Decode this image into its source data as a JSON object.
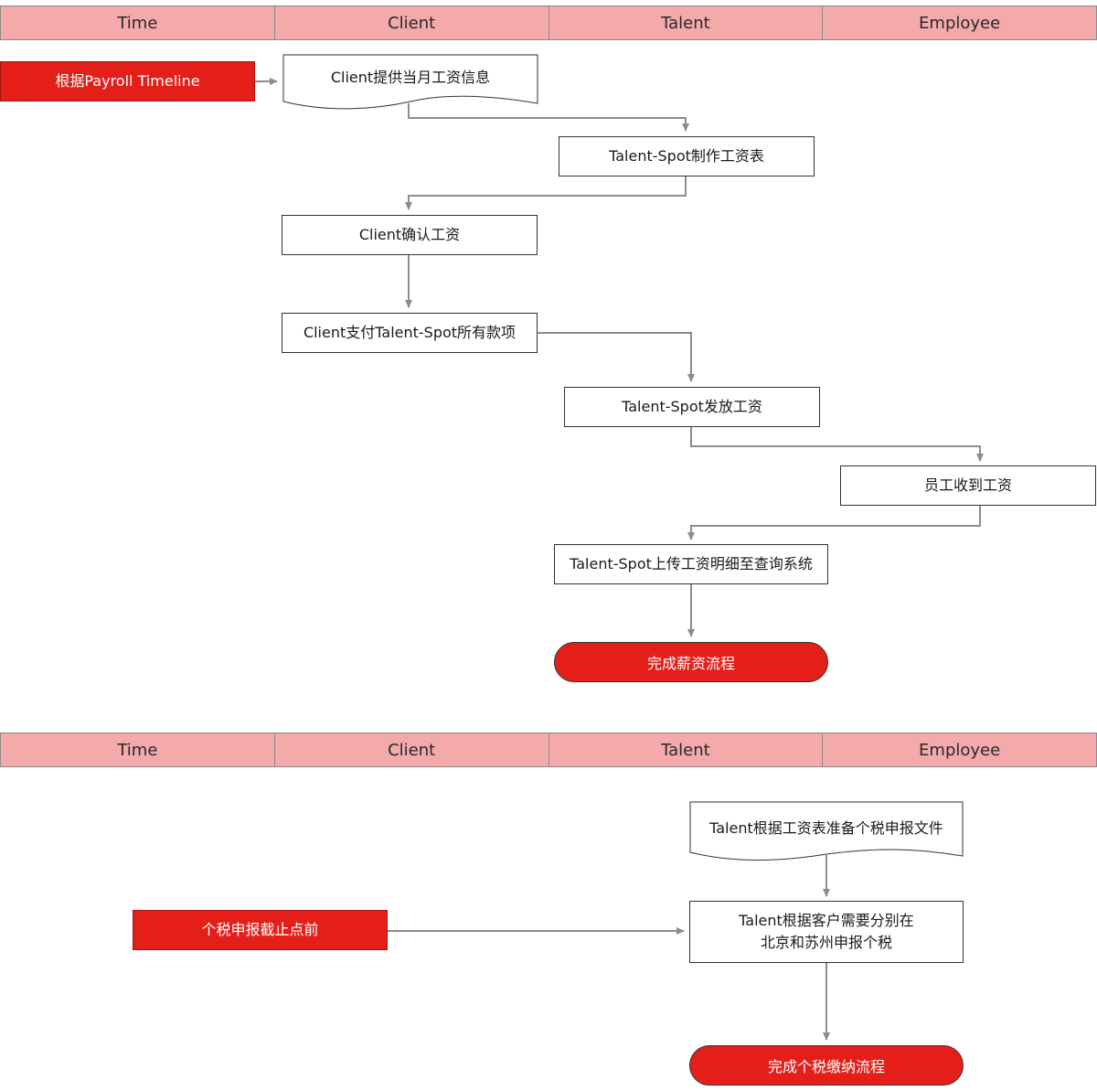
{
  "section1": {
    "header": [
      "Time",
      "Client",
      "Talent",
      "Employee"
    ],
    "nodes": {
      "start": "根据Payroll Timeline",
      "client_provide": "Client提供当月工资信息",
      "talent_make": "Talent-Spot制作工资表",
      "client_confirm": "Client确认工资",
      "client_pay": "Client支付Talent-Spot所有款项",
      "talent_pay": "Talent-Spot发放工资",
      "employee_receive": "员工收到工资",
      "talent_upload": "Talent-Spot上传工资明细至查询系统",
      "end": "完成薪资流程"
    }
  },
  "section2": {
    "header": [
      "Time",
      "Client",
      "Talent",
      "Employee"
    ],
    "nodes": {
      "start": "个税申报截止点前",
      "talent_prepare": "Talent根据工资表准备个税申报文件",
      "talent_declare_line1": "Talent根据客户需要分别在",
      "talent_declare_line2": "北京和苏州申报个税",
      "end": "完成个税缴纳流程"
    }
  },
  "colors": {
    "header_bg": "#f4a9ab",
    "accent_red": "#e41f1a",
    "connector": "#8c8c8c"
  }
}
